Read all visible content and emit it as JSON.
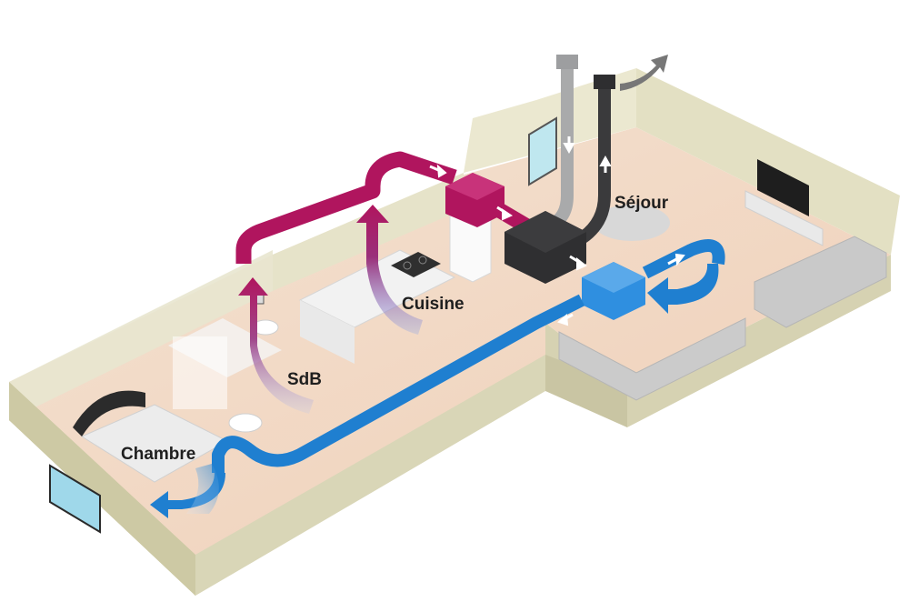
{
  "rooms": {
    "sejour": "Séjour",
    "cuisine": "Cuisine",
    "sdb": "SdB",
    "chambre": "Chambre"
  },
  "colors": {
    "extract_duct": "#b0155e",
    "supply_duct": "#1f7fd0",
    "fresh_air_duct": "#a9aaab",
    "exhaust_duct": "#3a3a3c",
    "heat_exchanger_unit": "#2f2f31",
    "distribution_box": "#2f8fe0",
    "floor": "#f2d9c4",
    "wall": "#e9e8d6"
  },
  "icons": [
    "air-flow-arrow-icon",
    "television-icon",
    "window-icon",
    "bed-icon",
    "cooktop-icon",
    "sofa-icon"
  ]
}
